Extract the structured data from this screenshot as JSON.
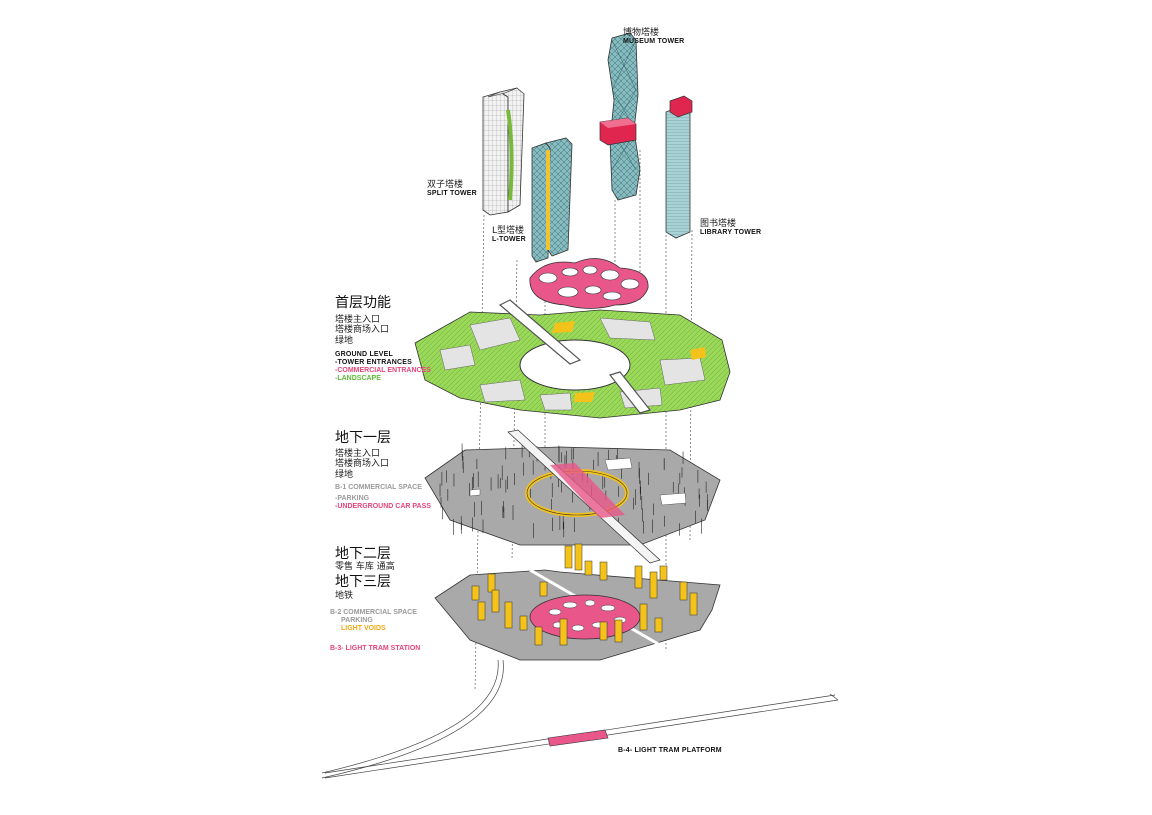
{
  "towers": {
    "museum": {
      "cn": "博物塔楼",
      "en": "MUSEUM TOWER"
    },
    "split": {
      "cn": "双子塔楼",
      "en": "SPLIT TOWER"
    },
    "l_tower": {
      "cn": "L型塔楼",
      "en": "L-TOWER"
    },
    "library": {
      "cn": "图书塔楼",
      "en": "LIBRARY TOWER"
    }
  },
  "ground": {
    "title": "首层功能",
    "cn_items": [
      "塔楼主入口",
      "塔楼商场入口",
      "绿地"
    ],
    "en_title": "GROUND LEVEL",
    "en_items": [
      "-TOWER ENTRANCES",
      "-COMMERCIAL  ENTRANCES",
      "-LANDSCAPE"
    ]
  },
  "b1": {
    "title": "地下一层",
    "cn_items": [
      "塔楼主入口",
      "塔楼商场入口",
      "绿地"
    ],
    "en_items": [
      "B-1 COMMERCIAL SPACE",
      "-PARKING",
      "-UNDERGROUND CAR PASS"
    ]
  },
  "b2": {
    "title": "地下二层",
    "sub": "零售  车库  通高"
  },
  "b3": {
    "title": "地下三层",
    "sub": "地铁"
  },
  "b23_en": [
    "B-2 COMMERCIAL SPACE",
    "PARKING",
    "LIGHT VOIDS",
    "B-3- LIGHT TRAM STATION"
  ],
  "b4": {
    "en": "B-4- LIGHT TRAM PLATFORM"
  },
  "colors": {
    "green": "#8ed24a",
    "pink": "#e9578a",
    "gray": "#a9a9a9",
    "yellow": "#f3c21b",
    "teal": "#7fb8bd",
    "red": "#e0264f"
  }
}
